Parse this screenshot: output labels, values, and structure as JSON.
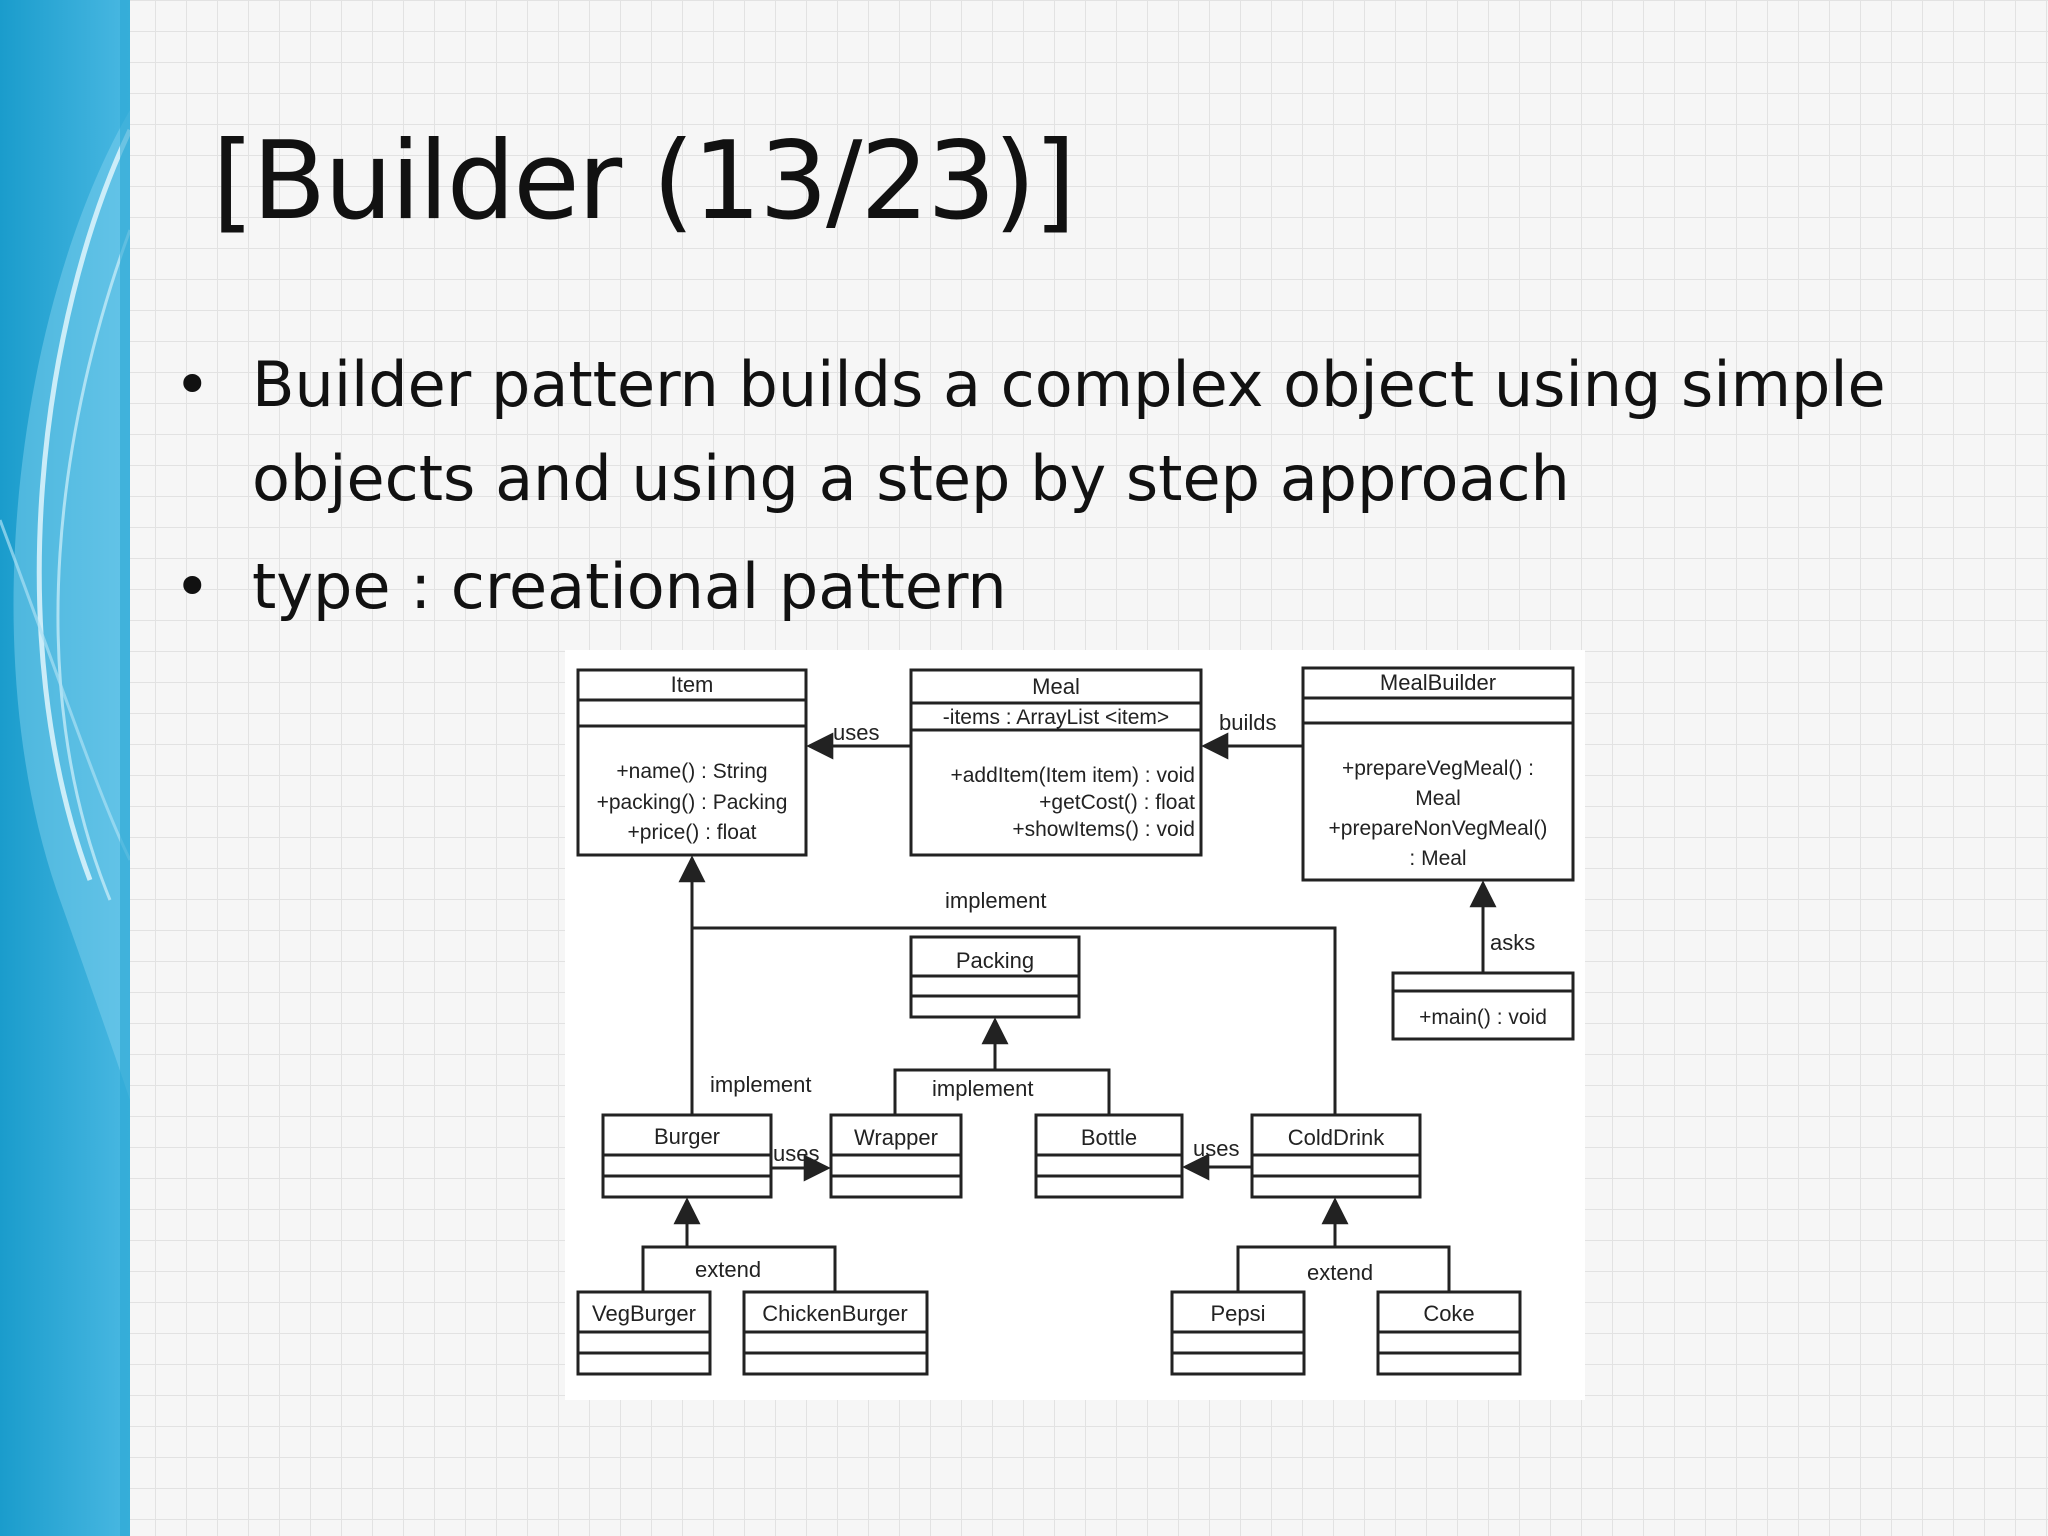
{
  "slide": {
    "title": "[Builder (13/23)]",
    "bullets": [
      "Builder pattern builds a complex object using simple objects and using a step by step approach",
      " type : creational pattern"
    ],
    "bullet_symbol": "•"
  },
  "diagram": {
    "classes": {
      "item": {
        "name": "Item",
        "attributes": [],
        "methods": [
          "+name() : String",
          "+packing() : Packing",
          "+price() : float"
        ]
      },
      "meal": {
        "name": "Meal",
        "attributes": [
          "-items : ArrayList <item>"
        ],
        "methods": [
          "+addItem(Item item) : void",
          "+getCost() : float",
          "+showItems() : void"
        ]
      },
      "meal_builder": {
        "name": "MealBuilder",
        "attributes": [],
        "methods": [
          "+prepareVegMeal() :",
          "Meal",
          "+prepareNonVegMeal()",
          ": Meal"
        ]
      },
      "demo": {
        "name": "",
        "attributes": [],
        "methods": [
          "+main() : void"
        ]
      },
      "packing": {
        "name": "Packing",
        "attributes": [],
        "methods": []
      },
      "burger": {
        "name": "Burger",
        "attributes": [],
        "methods": []
      },
      "wrapper": {
        "name": "Wrapper",
        "attributes": [],
        "methods": []
      },
      "bottle": {
        "name": "Bottle",
        "attributes": [],
        "methods": []
      },
      "cold_drink": {
        "name": "ColdDrink",
        "attributes": [],
        "methods": []
      },
      "veg_burger": {
        "name": "VegBurger",
        "attributes": [],
        "methods": []
      },
      "chicken_burger": {
        "name": "ChickenBurger",
        "attributes": [],
        "methods": []
      },
      "pepsi": {
        "name": "Pepsi",
        "attributes": [],
        "methods": []
      },
      "coke": {
        "name": "Coke",
        "attributes": [],
        "methods": []
      }
    },
    "relations": {
      "meal_uses_item": "uses",
      "builder_builds_meal": "builds",
      "demo_asks_builder": "asks",
      "item_implement_top": "implement",
      "item_implement_burger": "implement",
      "packing_implement": "implement",
      "burger_uses_wrapper": "uses",
      "colddrink_uses_bottle": "uses",
      "burger_extend": "extend",
      "colddrink_extend": "extend"
    }
  },
  "colors": {
    "band_light": "#5fc3e6",
    "band_dark": "#1693bf",
    "line": "#222222"
  }
}
